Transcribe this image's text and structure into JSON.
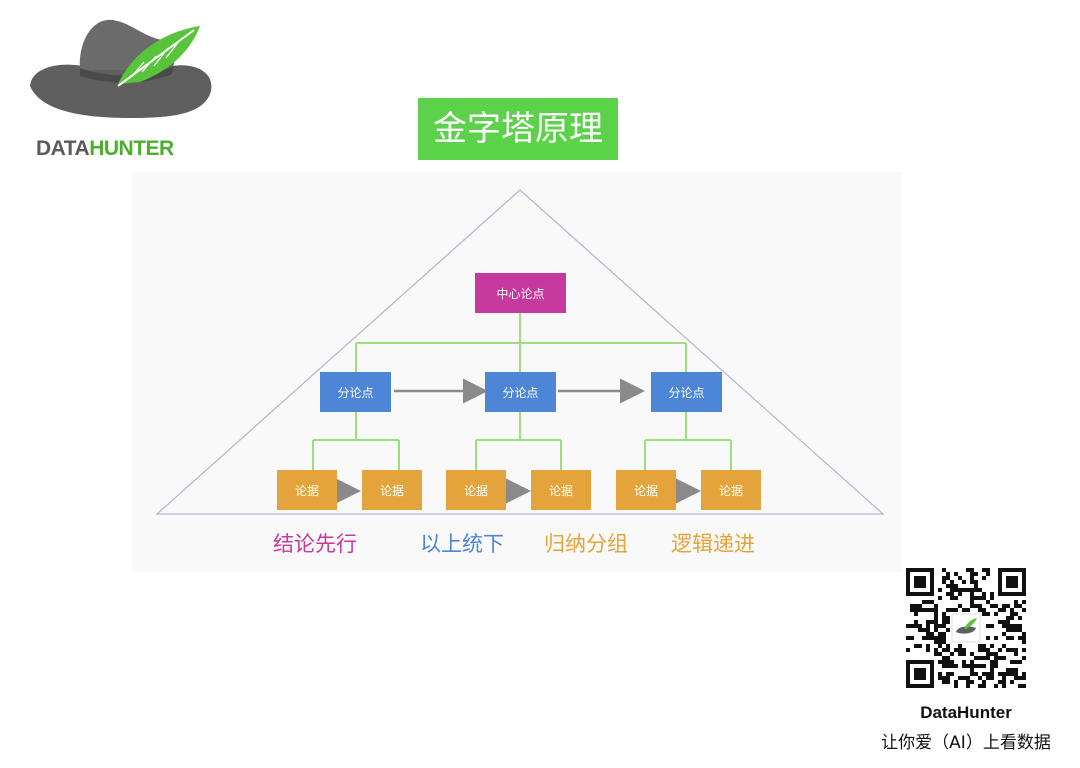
{
  "logo": {
    "text_main": "DATA",
    "text_highlight": "HUNTER",
    "icon": "hat-feather-icon"
  },
  "title": "金字塔原理",
  "diagram": {
    "center_point": "中心论点",
    "sub_points": [
      "分论点",
      "分论点",
      "分论点"
    ],
    "arguments": [
      "论据",
      "论据",
      "论据",
      "论据",
      "论据",
      "论据"
    ],
    "principles": [
      {
        "label": "结论先行",
        "color": "#c6399f"
      },
      {
        "label": "以上统下",
        "color": "#4d86d6"
      },
      {
        "label": "归纳分组",
        "color": "#e4a43b"
      },
      {
        "label": "逻辑递进",
        "color": "#e4a43b"
      }
    ],
    "colors": {
      "connector": "#9be07e",
      "arrow": "#8a8a8a",
      "triangle": "#b9b3cc"
    }
  },
  "footer": {
    "brand": "DataHunter",
    "slogan": "让你爱（AI）上看数据",
    "qr_icon": "qr-code-icon"
  }
}
